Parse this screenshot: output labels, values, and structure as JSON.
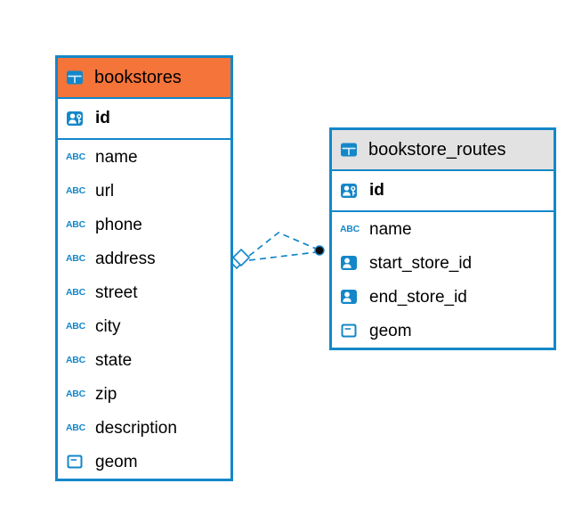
{
  "colors": {
    "border_blue": "#1487c9",
    "icon_blue": "#1487c9",
    "connection_blue": "#1487c9",
    "bookstores_header": "#f5743a",
    "routes_header": "#e2e2e2",
    "dot_black": "#0a0a0a"
  },
  "icons": {
    "text_type": "ABC"
  },
  "tables": [
    {
      "name": "bookstores",
      "primary_key": {
        "name": "id"
      },
      "columns": [
        {
          "name": "name",
          "type": "text"
        },
        {
          "name": "url",
          "type": "text"
        },
        {
          "name": "phone",
          "type": "text"
        },
        {
          "name": "address",
          "type": "text"
        },
        {
          "name": "street",
          "type": "text"
        },
        {
          "name": "city",
          "type": "text"
        },
        {
          "name": "state",
          "type": "text"
        },
        {
          "name": "zip",
          "type": "text"
        },
        {
          "name": "description",
          "type": "text"
        },
        {
          "name": "geom",
          "type": "geometry"
        }
      ]
    },
    {
      "name": "bookstore_routes",
      "primary_key": {
        "name": "id"
      },
      "columns": [
        {
          "name": "name",
          "type": "text"
        },
        {
          "name": "start_store_id",
          "type": "reference"
        },
        {
          "name": "end_store_id",
          "type": "reference"
        },
        {
          "name": "geom",
          "type": "geometry"
        }
      ]
    }
  ]
}
